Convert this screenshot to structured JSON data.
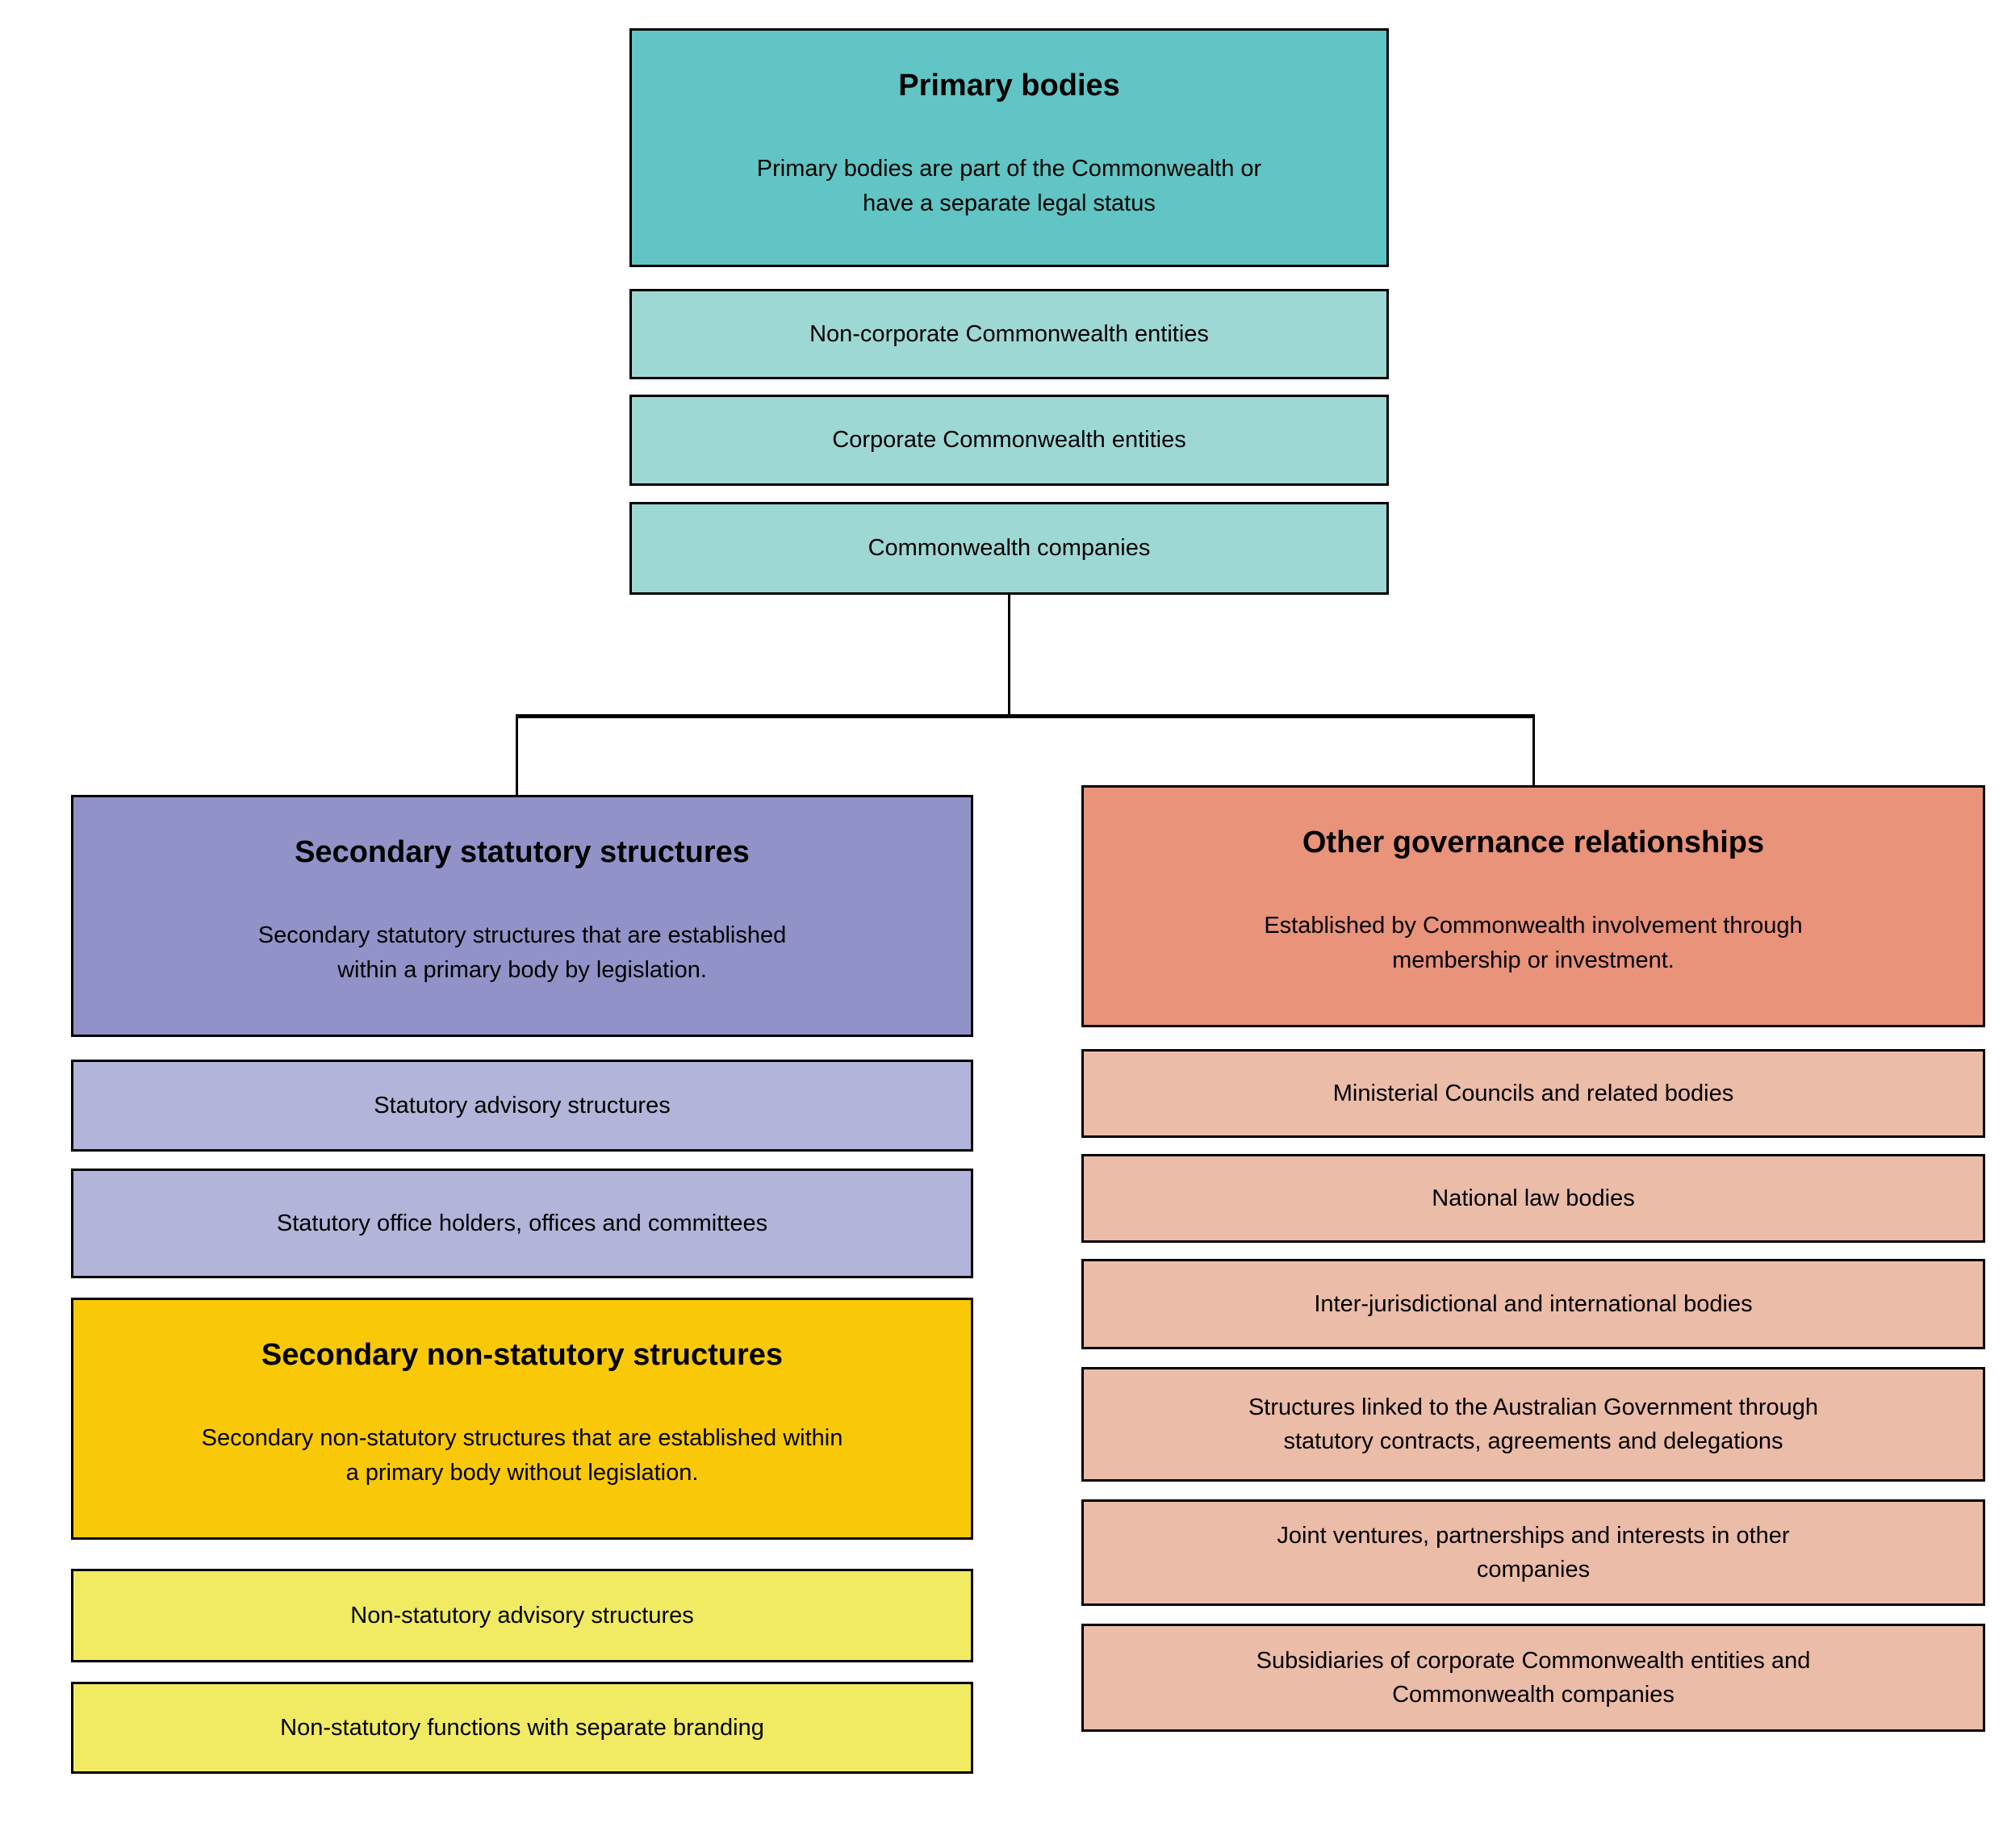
{
  "diagram": {
    "colors": {
      "primary_header": "#60c5c4",
      "primary_item": "#9ed8d5",
      "statutory_header": "#9192c7",
      "statutory_item": "#b3b4d9",
      "non_statutory_header": "#f9c908",
      "non_statutory_item": "#f0eb63",
      "other_header": "#e8937a",
      "other_item": "#ebbca8",
      "connector": "#000000"
    },
    "primary": {
      "title": "Primary bodies",
      "description": "Primary bodies are part of the Commonwealth or\nhave a separate legal status",
      "items": [
        "Non-corporate Commonwealth entities",
        "Corporate Commonwealth entities",
        "Commonwealth companies"
      ]
    },
    "secondary_statutory": {
      "title": "Secondary statutory structures",
      "description": "Secondary statutory structures that are established\nwithin a primary body by legislation.",
      "items": [
        "Statutory advisory structures",
        "Statutory office holders, offices and committees"
      ]
    },
    "secondary_non_statutory": {
      "title": "Secondary non-statutory structures",
      "description": "Secondary non-statutory structures that are established within\na primary body without legislation.",
      "items": [
        "Non-statutory advisory structures",
        "Non-statutory functions with separate branding"
      ]
    },
    "other_governance": {
      "title": "Other governance relationships",
      "description": "Established by Commonwealth involvement through\nmembership or investment.",
      "items": [
        "Ministerial Councils and related bodies",
        "National law bodies",
        "Inter-jurisdictional and international bodies",
        "Structures linked to the Australian Government through\nstatutory contracts, agreements and delegations",
        "Joint ventures, partnerships and interests in other\ncompanies",
        "Subsidiaries of corporate Commonwealth entities and\nCommonwealth companies"
      ]
    }
  }
}
